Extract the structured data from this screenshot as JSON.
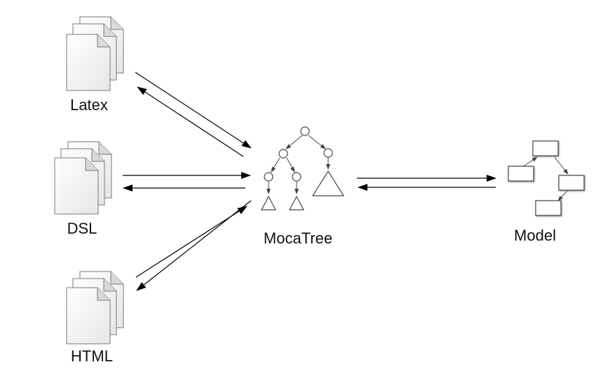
{
  "labels": {
    "latex": "Latex",
    "dsl": "DSL",
    "html": "HTML",
    "mocatree": "MocaTree",
    "model": "Model"
  },
  "colors": {
    "stroke": "#000000",
    "doc_fill": "#f4f4f4",
    "doc_edge": "#7a7a7a",
    "box_fill": "#ffffff"
  }
}
